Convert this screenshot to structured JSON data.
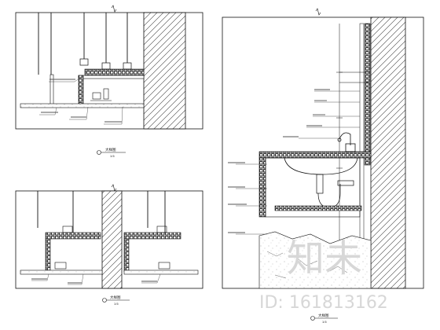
{
  "drawing": {
    "detail_top_left": {
      "title": "大样图",
      "scale": "1:5"
    },
    "detail_bottom_left": {
      "title": "大样图",
      "scale": "1:5"
    },
    "detail_right": {
      "title": "大样图",
      "scale": "1:5"
    }
  },
  "watermark": {
    "logo_text": "知未",
    "id_text": "ID: 161813162"
  }
}
